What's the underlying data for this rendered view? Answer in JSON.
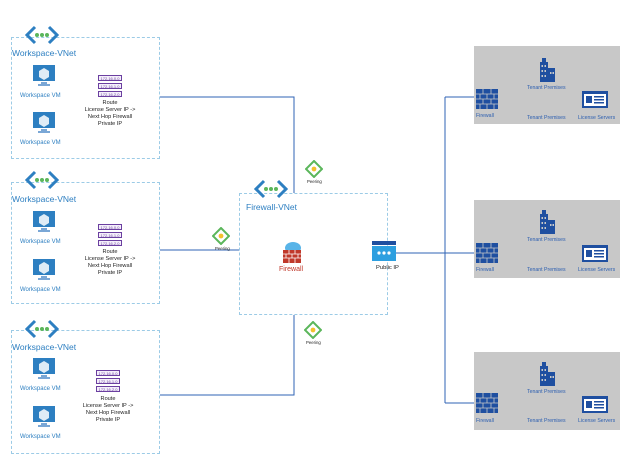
{
  "colors": {
    "line": "#2f63b4",
    "vnet_border": "#9ccbe6",
    "vnet_title": "#2d7fc1",
    "tenant_bg": "#c8c8c8",
    "icon_blue": "#1f4fa0",
    "firewall_red": "#c0392b",
    "ip_tag": "#6b3fa0",
    "peering_green": "#5bb65b",
    "peering_yellow": "#f2c12e"
  },
  "workspace_vnets": [
    {
      "title": "Workspace-VNet",
      "vms": [
        "Workspace VM",
        "Workspace VM"
      ],
      "route_ips": [
        "172.16.0.0",
        "172.16.1.0",
        "172.16.2.0"
      ],
      "route_text": "Route\nLicense Server IP ->\nNext Hop Firewall\nPrivate IP"
    },
    {
      "title": "Workspace-VNet",
      "vms": [
        "Workspace VM",
        "Workspace VM"
      ],
      "route_ips": [
        "172.16.0.0",
        "172.16.1.0",
        "172.16.2.0"
      ],
      "route_text": "Route\nLicense Server IP ->\nNext Hop Firewall\nPrivate IP"
    },
    {
      "title": "Workspace-VNet",
      "vms": [
        "Workspace VM",
        "Workspace VM"
      ],
      "route_ips": [
        "172.16.0.0",
        "172.16.1.0",
        "172.16.2.0"
      ],
      "route_text": "Route\nLicense Server IP ->\nNext Hop Firewall\nPrivate IP"
    }
  ],
  "firewall_vnet": {
    "title": "Firewall-VNet",
    "firewall_label": "Firewall",
    "public_ip_label": "Public IP"
  },
  "peerings": [
    "Peering",
    "Peering",
    "Peering"
  ],
  "tenants": [
    {
      "firewall": "Firewall",
      "premises": "Tenant Premises",
      "premises_bottom": "Tenant Premises",
      "servers": "License Servers"
    },
    {
      "firewall": "Firewall",
      "premises": "Tenant Premises",
      "premises_bottom": "Tenant Premises",
      "servers": "License Servers"
    },
    {
      "firewall": "Firewall",
      "premises": "Tenant Premises",
      "premises_bottom": "Tenant Premises",
      "servers": "License Servers"
    }
  ]
}
